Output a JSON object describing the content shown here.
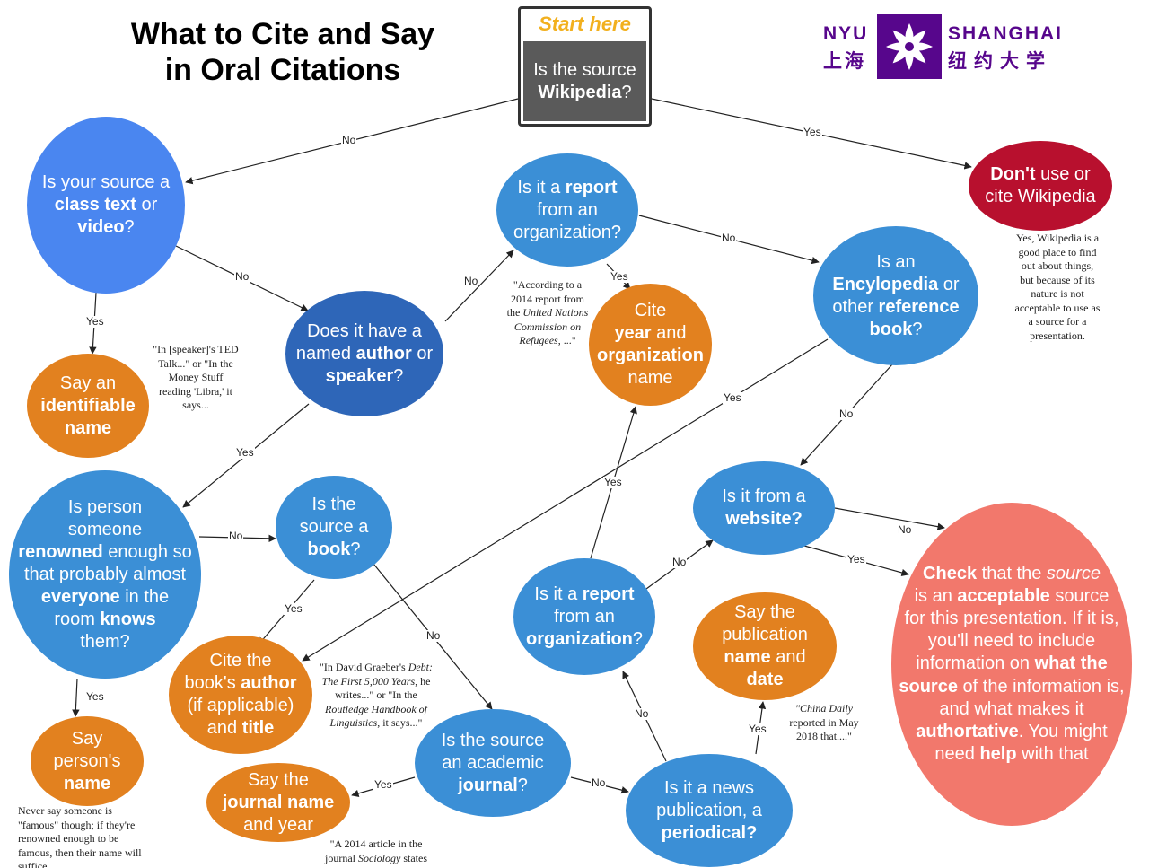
{
  "title": {
    "line1": "What to Cite and Say",
    "line2": "in Oral Citations"
  },
  "logo": {
    "left_top": "NYU",
    "left_bottom": "上海",
    "right_top": "SHANGHAI",
    "right_bottom": "纽约大学",
    "mark_icon": "nyu-torch-flower-icon",
    "color": "#57068c"
  },
  "start": {
    "header": "Start here",
    "line1": "Is the source",
    "line2_bold": "Wikipedia",
    "line2_rest": "?"
  },
  "colors": {
    "blue": "#3b8fd6",
    "bright_blue": "#4a86f0",
    "dark_blue": "#2e66b8",
    "orange": "#e2811f",
    "red": "#b8102e",
    "salmon": "#f2786c"
  },
  "nodes": {
    "class_text": {
      "t1": "Is your source a",
      "t2b": "class text",
      "t2": " or",
      "t3b": "video",
      "t3": "?"
    },
    "dont_wiki": {
      "t1b": "Don't",
      "t1": " use or",
      "t2": "cite Wikipedia"
    },
    "report_org_top": {
      "t1": "Is it a ",
      "t1b": "report",
      "t2": "from an",
      "t3": "organization?"
    },
    "encyclopedia": {
      "t1": "Is an",
      "t2b": "Encylopedia",
      "t2": " or",
      "t3": "other ",
      "t3b": "reference",
      "t4b": "book",
      "t4": "?"
    },
    "named_author": {
      "t1": "Does it have a",
      "t2": "named ",
      "t2b": "author",
      "t2c": " or",
      "t3b": "speaker",
      "t3": "?"
    },
    "identifiable": {
      "t1": "Say an",
      "t2b": "identifiable",
      "t3b": "name"
    },
    "cite_year_org": {
      "t1": "Cite",
      "t2b": "year",
      "t2": " and",
      "t3b": "organization",
      "t4": "name"
    },
    "renowned": {
      "t1": "Is person",
      "t2": "someone",
      "t3b": "renowned",
      "t3": " enough so",
      "t4": "that  probably almost",
      "t5b": "everyone",
      "t5": " in the",
      "t6": "room ",
      "t6b": "knows",
      "t7": "them?"
    },
    "book": {
      "t1": "Is  the",
      "t2": "source a",
      "t3b": "book",
      "t3": "?"
    },
    "website": {
      "t1": "Is it from a",
      "t2b": "website?"
    },
    "check": {
      "t1b": "Check",
      "t1": " that the ",
      "t1i": "source",
      "t2": "is an ",
      "t2b": "acceptable",
      "t2c": " source",
      "t3": "for this presentation. If it is,",
      "t4": "you'll need to include",
      "t5": "information on ",
      "t5b": "what the",
      "t6b": "source",
      "t6": " of the information is,",
      "t7": "and what makes it",
      "t8b": "authortative",
      "t8": ". You might",
      "t9": "need ",
      "t9b": "help",
      "t9c": " with that"
    },
    "report_org_mid": {
      "t1": "Is it a ",
      "t1b": "report",
      "t2": "from an",
      "t3b": "organization",
      "t3": "?"
    },
    "pub_name_date": {
      "t1": "Say the",
      "t2": "publication",
      "t3b": "name",
      "t3": " and",
      "t4b": "date"
    },
    "cite_book": {
      "t1": "Cite the",
      "t2": "book's ",
      "t2b": "author",
      "t3": "(if applicable)",
      "t4": "and ",
      "t4b": "title"
    },
    "persons_name": {
      "t1": "Say",
      "t2": "person's",
      "t3b": "name"
    },
    "journal": {
      "t1": "Is the source",
      "t2": "an academic",
      "t3b": "journal",
      "t3": "?"
    },
    "journal_name": {
      "t1": "Say the",
      "t2b": "journal name",
      "t3": "and year"
    },
    "periodical": {
      "t1": "Is it a news",
      "t2": "publication,  a",
      "t3b": "periodical?"
    }
  },
  "notes": {
    "wiki": [
      "Yes, Wikipedia is a",
      "good place to find",
      "out about things,",
      "but because of its",
      "nature is not",
      "acceptable to use as",
      "a source for a",
      "presentation."
    ],
    "ted": [
      "\"In [speaker]'s TED",
      "Talk...\" or \"In the",
      "Money Stuff",
      "reading 'Libra,' it",
      "says..."
    ],
    "un": {
      "l1": "\"According to a",
      "l2": "2014 report from",
      "l3a": "the  ",
      "l3i": "United Nations",
      "l4i": "Commission on",
      "l5i": "Refugees",
      "l5": ", ...\""
    },
    "graeber": {
      "l1": "\"In David Graeber's ",
      "l1i": "Debt:",
      "l2i": "The First 5,000 Years",
      "l2": ", he",
      "l3": "writes...\" or \"In the",
      "l4i": "Routledge Handbook of",
      "l5i": "Linguistics",
      "l5": ", it says...\""
    },
    "china_daily": {
      "l1i": "\"China Daily",
      "l2": "reported in May",
      "l3": "2018 that....\""
    },
    "famous": [
      "Never say someone is",
      "\"famous\" though; if they're",
      "renowned enough to be",
      "famous, then their name will",
      "suffice."
    ],
    "sociology": {
      "l1": "\"A 2014 article in the",
      "l2": "journal ",
      "l2i": "Sociology",
      "l2c": "  states"
    }
  },
  "edge_labels": {
    "yes": "Yes",
    "no": "No"
  }
}
